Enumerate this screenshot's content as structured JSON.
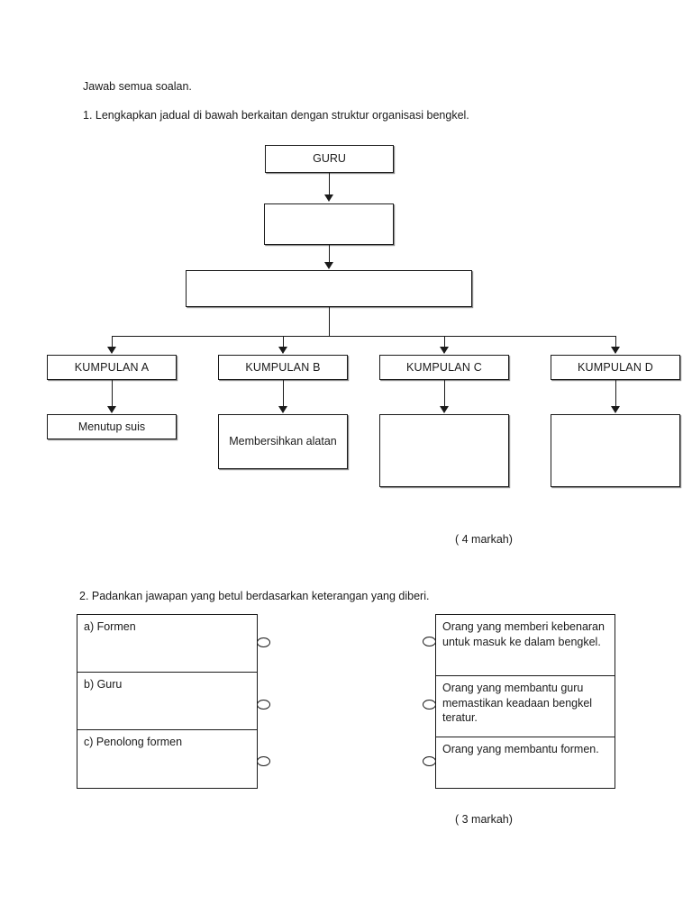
{
  "document": {
    "instruction": "Jawab semua soalan."
  },
  "question1": {
    "number_text": "1. Lengkapkan jadual di bawah berkaitan dengan struktur organisasi bengkel.",
    "marks": "( 4 markah)",
    "chart": {
      "type": "diagram",
      "title": "Struktur organisasi bengkel",
      "levels": [
        {
          "level": 1,
          "boxes": [
            {
              "label": "GURU",
              "blank": false
            }
          ]
        },
        {
          "level": 2,
          "boxes": [
            {
              "label": "",
              "blank": true
            }
          ]
        },
        {
          "level": 3,
          "boxes": [
            {
              "label": "",
              "blank": true
            }
          ]
        },
        {
          "level": 4,
          "boxes": [
            {
              "label": "KUMPULAN  A",
              "blank": false
            },
            {
              "label": "KUMPULAN  B",
              "blank": false
            },
            {
              "label": "KUMPULAN  C",
              "blank": false
            },
            {
              "label": "KUMPULAN  D",
              "blank": false
            }
          ]
        },
        {
          "level": 5,
          "boxes": [
            {
              "label": "Menutup suis",
              "blank": false
            },
            {
              "label": "Membersihkan alatan",
              "blank": false
            },
            {
              "label": "",
              "blank": true
            },
            {
              "label": "",
              "blank": true
            }
          ]
        }
      ]
    }
  },
  "question2": {
    "number_text": "2. Padankan jawapan yang betul berdasarkan keterangan yang diberi.",
    "marks": "( 3 markah)",
    "left_items": [
      {
        "label": "a) Formen"
      },
      {
        "label": "b) Guru"
      },
      {
        "label": "c) Penolong formen"
      }
    ],
    "right_items": [
      {
        "label": "Orang yang memberi kebenaran untuk masuk ke dalam bengkel."
      },
      {
        "label": "Orang yang membantu guru memastikan keadaan bengkel teratur."
      },
      {
        "label": "Orang yang membantu formen."
      }
    ]
  }
}
